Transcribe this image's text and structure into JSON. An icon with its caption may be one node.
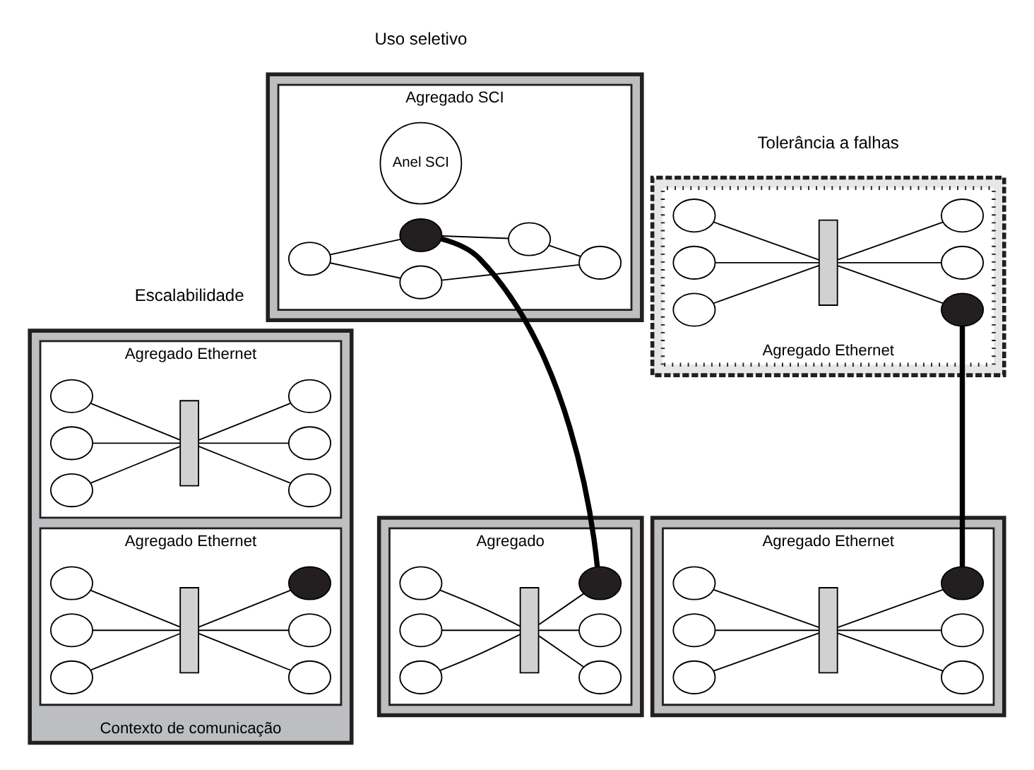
{
  "diagram": {
    "nodes": [
      {
        "text": [
          "Contexto de comunicação"
        ]
      },
      {
        "text": [
          "Agregado Ethernet"
        ],
        "in": 0
      },
      {
        "text": [],
        "shape": "box",
        "in": 1
      },
      {
        "text": [],
        "shape": "circle",
        "in": 1
      },
      {
        "text": [],
        "shape": "circle",
        "in": 1
      },
      {
        "text": [],
        "shape": "circle",
        "in": 1
      },
      {
        "text": [],
        "shape": "circle",
        "in": 1
      },
      {
        "text": [],
        "shape": "circle",
        "in": 1
      },
      {
        "text": [],
        "shape": "circle",
        "in": 1
      },
      {
        "text": [
          "Agregado Ethernet"
        ],
        "in": 0
      },
      {
        "text": [],
        "shape": "box",
        "in": 9
      },
      {
        "text": [],
        "shape": "circle",
        "in": 9
      },
      {
        "text": [],
        "shape": "circle",
        "in": 9
      },
      {
        "text": [],
        "shape": "circle",
        "in": 9
      },
      {
        "text": [],
        "shape": "circle",
        "in": 9
      },
      {
        "text": [],
        "shape": "circle",
        "in": 9
      },
      {
        "text": [],
        "shape": "circle",
        "in": 9
      },
      {
        "text": [],
        "shape": "box"
      },
      {
        "text": [
          "Agregado"
        ],
        "in": 17
      },
      {
        "text": [],
        "shape": "box",
        "in": 18
      },
      {
        "text": [],
        "shape": "circle",
        "in": 18
      },
      {
        "text": [],
        "shape": "circle",
        "in": 18
      },
      {
        "text": [],
        "shape": "circle",
        "in": 18
      },
      {
        "text": [],
        "shape": "circle",
        "in": 18
      },
      {
        "text": [],
        "shape": "circle",
        "in": 18
      },
      {
        "text": [],
        "shape": "circle",
        "in": 18
      },
      {
        "text": [],
        "shape": "box"
      },
      {
        "text": [
          "Agregado SCI"
        ],
        "in": 26
      },
      {
        "text": [
          "Anel SCI"
        ],
        "in": 27
      },
      {
        "text": [],
        "shape": "circle",
        "in": 27
      },
      {
        "text": [],
        "shape": "circle",
        "in": 27
      },
      {
        "text": [],
        "shape": "circle",
        "in": 27
      },
      {
        "text": [],
        "shape": "circle",
        "in": 27
      },
      {
        "text": [],
        "shape": "circle",
        "in": 27
      },
      {
        "text": [],
        "shape": "box"
      },
      {
        "text": [
          "Agregado Ethernet"
        ],
        "in": 34
      },
      {
        "text": [],
        "shape": "box",
        "in": 35
      },
      {
        "text": [],
        "shape": "circle",
        "in": 35
      },
      {
        "text": [],
        "shape": "circle",
        "in": 35
      },
      {
        "text": [],
        "shape": "circle",
        "in": 35
      },
      {
        "text": [],
        "shape": "circle",
        "in": 35
      },
      {
        "text": [],
        "shape": "circle",
        "in": 35
      },
      {
        "text": [],
        "shape": "circle",
        "in": 35
      },
      {
        "text": [],
        "shape": "box"
      },
      {
        "text": [
          "Agregado Ethernet"
        ],
        "in": 43
      },
      {
        "text": [],
        "shape": "box",
        "in": 44
      },
      {
        "text": [],
        "shape": "circle",
        "in": 44
      },
      {
        "text": [],
        "shape": "circle",
        "in": 44
      },
      {
        "text": [],
        "shape": "circle",
        "in": 44
      },
      {
        "text": [],
        "shape": "circle",
        "in": 44
      },
      {
        "text": [],
        "shape": "circle",
        "in": 44
      },
      {
        "text": [],
        "shape": "circle",
        "in": 44
      }
    ],
    "edges": [
      {
        "from": 3,
        "to": 2,
        "arrow": "none"
      },
      {
        "from": 2,
        "to": 4,
        "arrow": "none"
      },
      {
        "from": 5,
        "to": 2,
        "arrow": "none"
      },
      {
        "from": 2,
        "to": 6,
        "arrow": "none"
      },
      {
        "from": 7,
        "to": 2,
        "arrow": "none"
      },
      {
        "from": 2,
        "to": 8,
        "arrow": "none"
      },
      {
        "from": 11,
        "to": 10,
        "arrow": "none"
      },
      {
        "from": 10,
        "to": 12,
        "arrow": "none"
      },
      {
        "from": 13,
        "to": 10,
        "arrow": "none"
      },
      {
        "from": 10,
        "to": 14,
        "arrow": "none"
      },
      {
        "from": 15,
        "to": 10,
        "arrow": "none"
      },
      {
        "from": 10,
        "to": 16,
        "arrow": "none"
      },
      {
        "from": 20,
        "to": 19,
        "arrow": "none"
      },
      {
        "from": 19,
        "to": 21,
        "arrow": "none"
      },
      {
        "from": 22,
        "to": 19,
        "arrow": "none"
      },
      {
        "from": 19,
        "to": 23,
        "arrow": "none"
      },
      {
        "from": 24,
        "to": 19,
        "arrow": "none"
      },
      {
        "from": 19,
        "to": 25,
        "arrow": "none"
      },
      {
        "from": 29,
        "to": 30,
        "arrow": "none"
      },
      {
        "from": 30,
        "to": 32,
        "arrow": "none"
      },
      {
        "from": 32,
        "to": 33,
        "arrow": "none"
      },
      {
        "from": 31,
        "to": 33,
        "arrow": "none"
      },
      {
        "from": 29,
        "to": 31,
        "arrow": "none"
      },
      {
        "from": 37,
        "to": 36,
        "arrow": "none"
      },
      {
        "from": 36,
        "to": 38,
        "arrow": "none"
      },
      {
        "from": 39,
        "to": 36,
        "arrow": "none"
      },
      {
        "from": 36,
        "to": 40,
        "arrow": "none"
      },
      {
        "from": 41,
        "to": 36,
        "arrow": "none"
      },
      {
        "from": 36,
        "to": 42,
        "arrow": "none"
      },
      {
        "from": 46,
        "to": 45,
        "arrow": "none"
      },
      {
        "from": 45,
        "to": 47,
        "arrow": "none"
      },
      {
        "from": 48,
        "to": 45,
        "arrow": "none"
      },
      {
        "from": 45,
        "to": 49,
        "arrow": "none"
      },
      {
        "from": 50,
        "to": 45,
        "arrow": "none"
      },
      {
        "from": 45,
        "to": 51,
        "arrow": "none"
      },
      {
        "from": 25,
        "to": 30,
        "arrow": "none",
        "style": "thick"
      },
      {
        "from": 42,
        "to": 47,
        "arrow": "none",
        "style": "thick"
      }
    ],
    "labels": [
      "Escalabilidade",
      "Uso seletivo",
      "Tolerância a falhas"
    ]
  }
}
